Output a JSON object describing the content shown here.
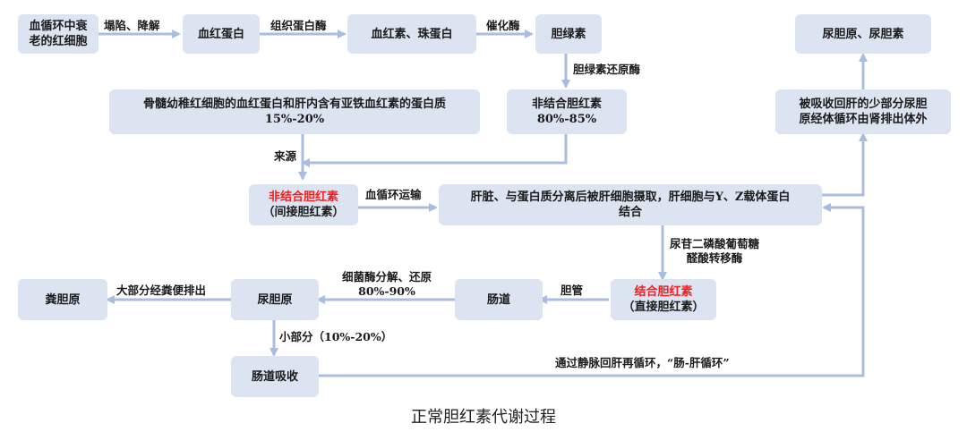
{
  "caption": "正常胆红素代谢过程",
  "nodes": {
    "rbc": {
      "line1": "血循环中衰",
      "line2": "老的红细胞"
    },
    "hemoglobin": "血红蛋白",
    "heme_globin": "血红素、珠蛋白",
    "biliverdin": "胆绿素",
    "urobilinogen_urobilin": "尿胆原、尿胆素",
    "other_sources": {
      "line1": "骨髓幼稚红细胞的血红蛋白和肝内含有亚铁血红素的蛋白质",
      "line2": "15%-20%"
    },
    "unconj_top": {
      "line1": "非结合胆红素",
      "line2": "80%-85%"
    },
    "reabsorbed": {
      "line1": "被吸收回肝的少部分尿胆",
      "line2": "原经体循环由肾排出体外"
    },
    "unconj_main": {
      "line1": "非结合胆红素",
      "line2": "（间接胆红素）"
    },
    "liver": {
      "line1": "肝脏、与蛋白质分离后被肝细胞摄取，肝细胞与Y、Z载体蛋白",
      "line2": "结合"
    },
    "feces": "粪胆原",
    "urobilinogen": "尿胆原",
    "intestine": "肠道",
    "conj": {
      "line1": "结合胆红素",
      "line2": "（直接胆红素）"
    },
    "intestine_absorb": "肠道吸收"
  },
  "labels": {
    "collapse": "塌陷、降解",
    "heme_oxygenase": "组织蛋白酶",
    "catalase": "催化酶",
    "biliverdin_reductase": "胆绿素还原酶",
    "source": "来源",
    "transport": "血循环运输",
    "ugt_line1": "尿苷二磷酸葡萄糖",
    "ugt_line2": "醛酸转移酶",
    "bacterial_line1": "细菌酶分解、还原",
    "bacterial_line2": "80%-90%",
    "bile_duct": "胆管",
    "feces_excretion": "大部分经粪便排出",
    "small_part": "小部分（10%-20%）",
    "enterohepatic": "通过静脉回肝再循环，“肠-肝循环”"
  },
  "colors": {
    "box": "#dde4f1",
    "arrow": "#a9bde0",
    "highlight": "#ff1a1a"
  }
}
